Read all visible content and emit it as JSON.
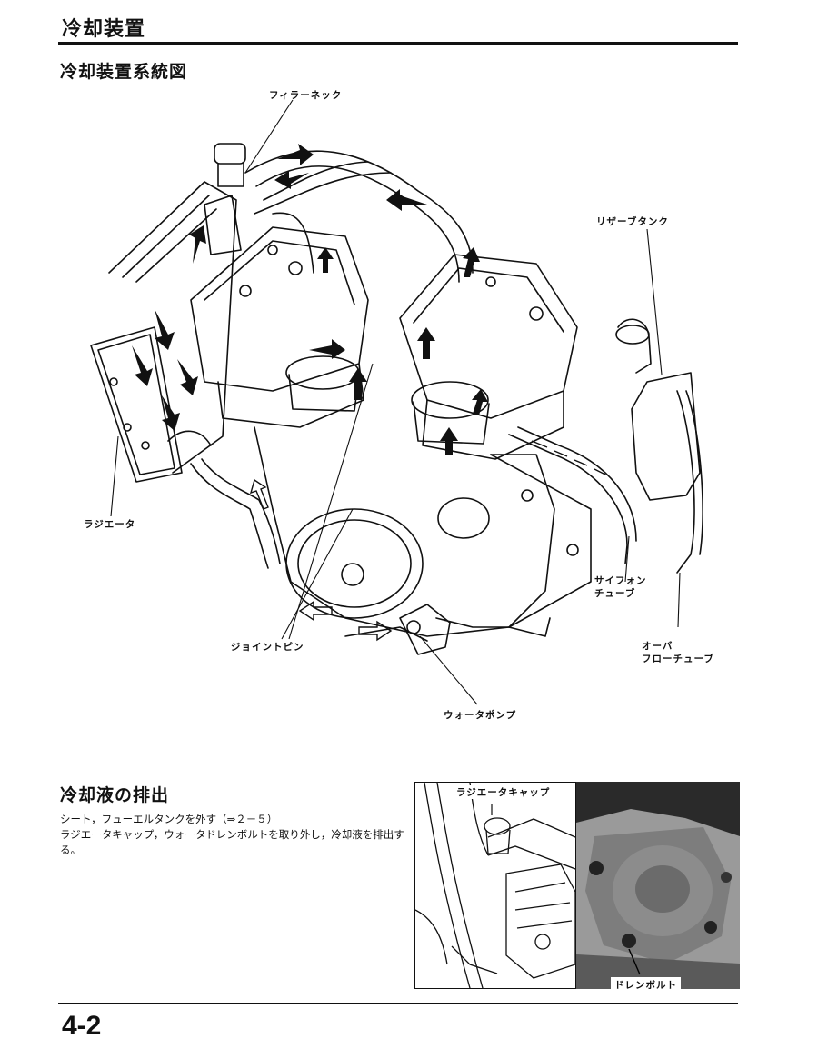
{
  "header": {
    "title": "冷却装置"
  },
  "diagram_section": {
    "title": "冷却装置系統図",
    "labels": {
      "filler_neck": "フィラーネック",
      "reserve_tank": "リザーブタンク",
      "radiator": "ラジエータ",
      "siphon_tube": "サイフォン\nチューブ",
      "overflow_tube": "オーバ\nフローチューブ",
      "joint_pin": "ジョイントピン",
      "water_pump": "ウォータポンプ"
    }
  },
  "drain_section": {
    "title": "冷却液の排出",
    "paragraph_1": "シート，フューエルタンクを外す（⇒２－５）",
    "paragraph_2": "ラジエータキャップ，ウォータドレンボルトを取り外し，冷却液を排出する。",
    "photo_labels": {
      "radiator_cap": "ラジエータキャップ",
      "drain_bolt": "ドレンボルト"
    }
  },
  "footer": {
    "page_number": "4-2"
  }
}
